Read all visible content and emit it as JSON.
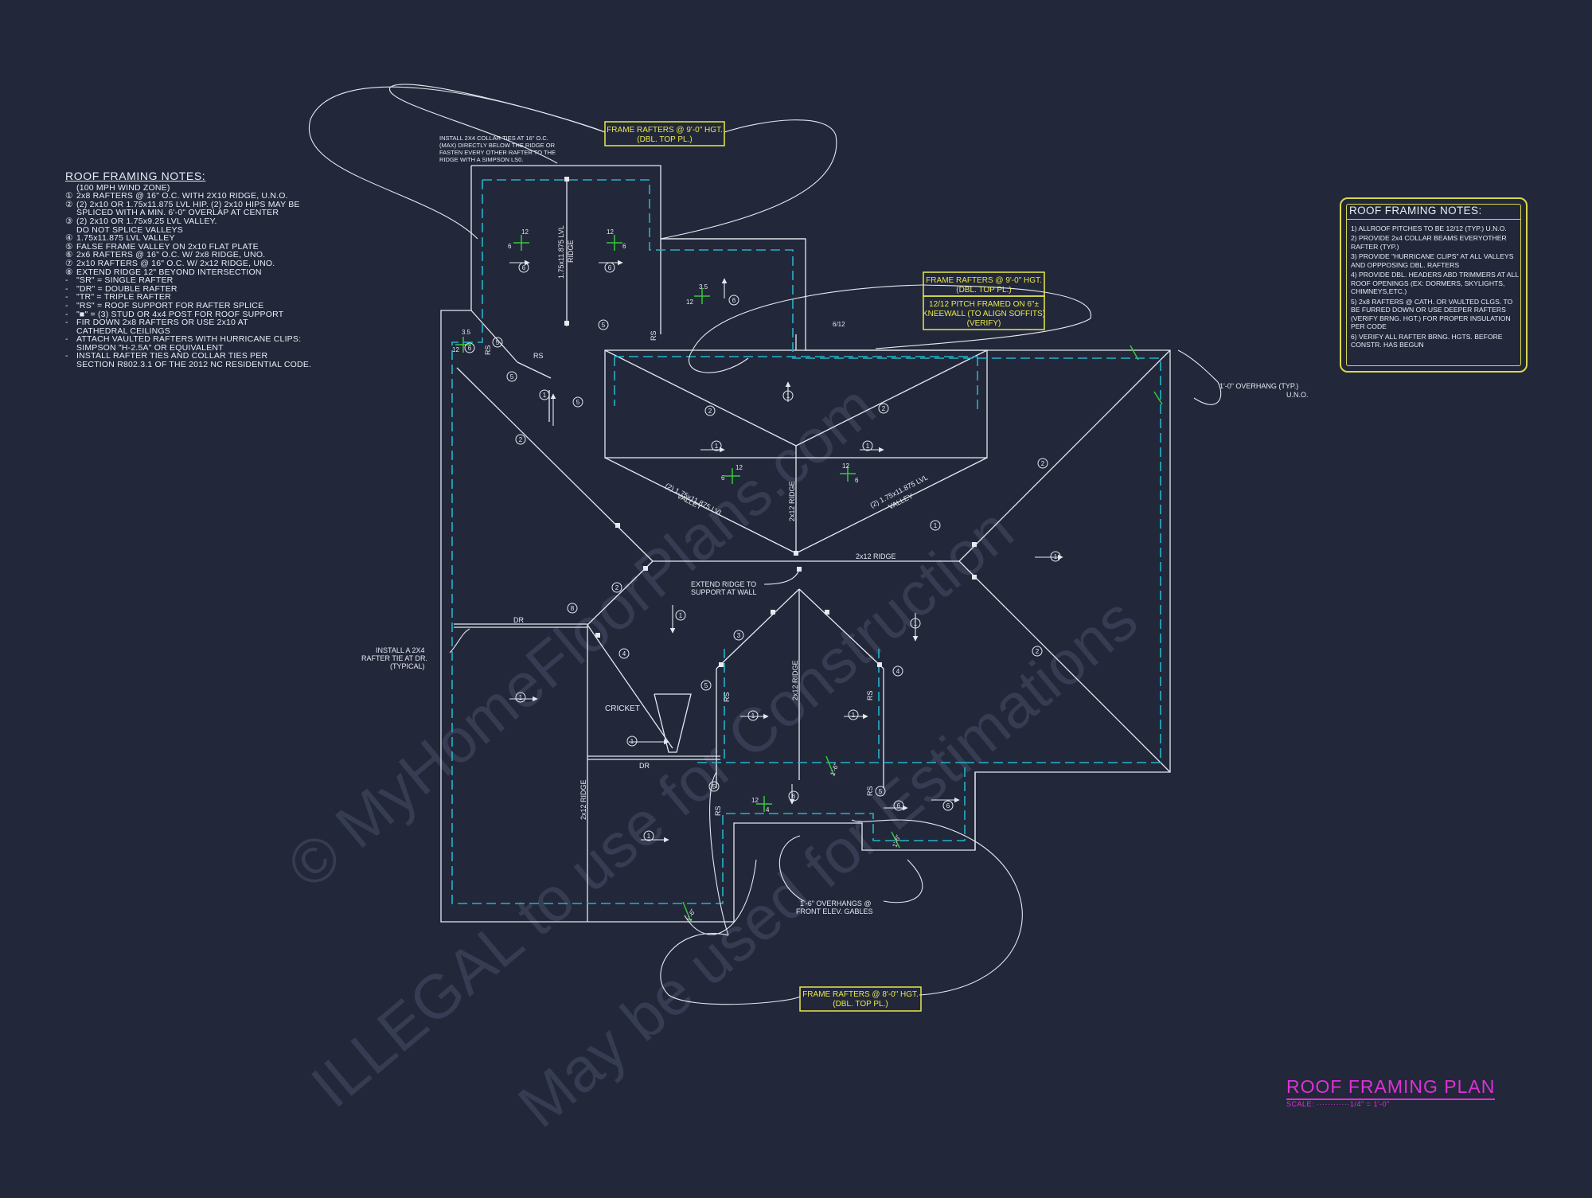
{
  "watermark": {
    "line1": "© MyHomeFloorPlans.com",
    "line2": "ILLEGAL to use for Construction",
    "line3": "May be used for Estimations"
  },
  "notes_left": {
    "title": "ROOF FRAMING NOTES:",
    "items": [
      {
        "mark": "",
        "text": "(100 MPH WIND ZONE)"
      },
      {
        "mark": "①",
        "text": "2x8 RAFTERS @ 16\" O.C. WITH 2X10 RIDGE, U.N.O."
      },
      {
        "mark": "②",
        "text": "(2) 2x10 OR 1.75x11.875 LVL HIP. (2) 2x10 HIPS MAY BE"
      },
      {
        "mark": "",
        "text": "SPLICED WITH A MIN. 6'-0\" OVERLAP AT CENTER"
      },
      {
        "mark": "③",
        "text": "(2) 2x10 OR 1.75x9.25 LVL VALLEY."
      },
      {
        "mark": "",
        "text": "DO NOT SPLICE VALLEYS"
      },
      {
        "mark": "④",
        "text": "1.75x11.875 LVL VALLEY"
      },
      {
        "mark": "⑤",
        "text": "FALSE FRAME VALLEY ON 2x10 FLAT PLATE"
      },
      {
        "mark": "⑥",
        "text": "2x6 RAFTERS @ 16\" O.C. W/ 2x8 RIDGE, UNO."
      },
      {
        "mark": "⑦",
        "text": "2x10 RAFTERS @ 16\" O.C. W/ 2x12 RIDGE, UNO."
      },
      {
        "mark": "⑧",
        "text": "EXTEND RIDGE 12\" BEYOND INTERSECTION"
      },
      {
        "mark": "-",
        "text": "\"SR\" = SINGLE RAFTER"
      },
      {
        "mark": "-",
        "text": "\"DR\" = DOUBLE RAFTER"
      },
      {
        "mark": "-",
        "text": "\"TR\" = TRIPLE RAFTER"
      },
      {
        "mark": "-",
        "text": "\"RS\" = ROOF SUPPORT FOR RAFTER SPLICE"
      },
      {
        "mark": "-",
        "text": "\"■\" = (3) STUD OR 4x4 POST FOR ROOF SUPPORT"
      },
      {
        "mark": "-",
        "text": "FIR DOWN 2x8 RAFTERS OR USE 2x10 AT"
      },
      {
        "mark": "",
        "text": "CATHEDRAL CEILINGS"
      },
      {
        "mark": "-",
        "text": "ATTACH VAULTED RAFTERS WITH HURRICANE CLIPS:"
      },
      {
        "mark": "",
        "text": "SIMPSON \"H-2.5A\" OR EQUIVALENT"
      },
      {
        "mark": "-",
        "text": "INSTALL RAFTER TIES AND COLLAR TIES PER"
      },
      {
        "mark": "",
        "text": "SECTION R802.3.1 OF THE 2012 NC RESIDENTIAL CODE."
      }
    ]
  },
  "notes_right": {
    "title": "ROOF FRAMING NOTES:",
    "items": [
      "1) ALLROOF PITCHES TO BE 12/12 (TYP.) U.N.O.",
      "2) PROVIDE 2x4 COLLAR BEAMS EVERYOTHER RAFTER (TYP.)",
      "3) PROVIDE \"HURRICANE CLIPS\" AT ALL VALLEYS AND OPPPOSING DBL. RAFTERS",
      "4) PROVIDE DBL. HEADERS ABD TRIMMERS AT ALL ROOF OPENINGS (EX: DORMERS, SKYLIGHTS, CHIMNEYS,ETC.)",
      "5) 2x8 RAFTERS @ CATH. OR VAULTED CLGS. TO BE FURRED DOWN OR USE DEEPER RAFTERS (VERIFY BRNG. HGT.) FOR PROPER INSULATION PER CODE",
      "6) VERIFY ALL RAFTER BRNG. HGTS. BEFORE CONSTR. HAS BEGUN"
    ]
  },
  "callouts": {
    "top_box_1": "FRAME RAFTERS @ 9'-0\" HGT.",
    "top_box_2": "(DBL. TOP PL.)",
    "right_box_1": "FRAME RAFTERS @ 9'-0\" HGT.",
    "right_box_2": "(DBL. TOP PL.)",
    "pitch_box_1": "12/12 PITCH FRAMED ON 6\"±",
    "pitch_box_2": "KNEEWALL (TO ALIGN SOFFITS)",
    "pitch_box_3": "(VERIFY)",
    "bottom_box_1": "FRAME RAFTERS @ 8'-0\" HGT.",
    "bottom_box_2": "(DBL. TOP PL.)",
    "collar_1": "INSTALL 2X4 COLLAR TIES AT 16\" O.C.",
    "collar_2": "(MAX) DIRECTLY BELOW THE RIDGE OR",
    "collar_3": "FASTEN EVERY OTHER RAFTER TO THE",
    "collar_4": "RIDGE WITH A SIMPSON LS0.",
    "overhang_1": "1'-0\" OVERHANG (TYP.)",
    "overhang_2": "U.N.O.",
    "extend_1": "EXTEND RIDGE TO",
    "extend_2": "SUPPORT AT WALL",
    "tie_1": "INSTALL A 2X4",
    "tie_2": "RAFTER TIE AT DR.",
    "tie_3": "(TYPICAL)",
    "cricket": "CRICKET",
    "front_1": "1'-6\" OVERHANGS @",
    "front_2": "FRONT ELEV. GABLES"
  },
  "labels": {
    "ridge_top": "1.75x11.875 LVL",
    "ridge_top_b": "RIDGE",
    "rs": "RS",
    "dr": "DR",
    "ridge_2x12": "2x12 RIDGE",
    "valley_lvl": "(2) 1.75x11.875 LVL",
    "valley": "VALLEY",
    "pitch_12": "12",
    "pitch_6": "6",
    "pitch_35": "3.5",
    "pitch_4": "4",
    "pitch_612": "6/12",
    "dim_16": "1'-6\"",
    "m1": "1",
    "m2": "2",
    "m3": "3",
    "m4": "4",
    "m5": "5",
    "m6": "6",
    "m8": "8"
  },
  "title_block": {
    "title": "ROOF FRAMING PLAN",
    "scale": "SCALE: ············1/4\" = 1'-0\""
  },
  "colors": {
    "background": "#22273a",
    "line": "#e6e9f0",
    "dash": "#25b3c8",
    "yellow": "#e8e84a",
    "green": "#36c83c",
    "magenta": "#e030d8"
  }
}
